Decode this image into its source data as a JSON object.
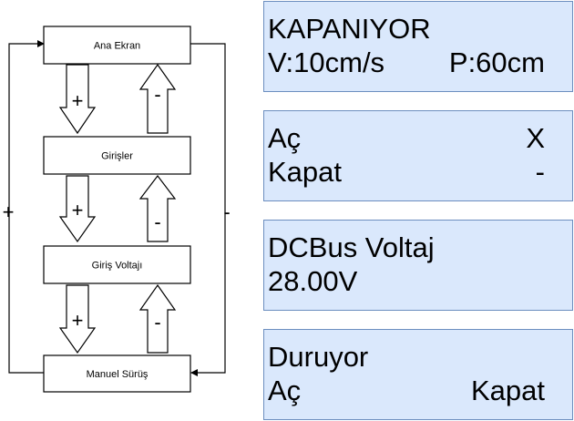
{
  "menu": {
    "nodes": [
      {
        "label": "Ana Ekran"
      },
      {
        "label": "Girişler"
      },
      {
        "label": "Giriş Voltajı"
      },
      {
        "label": "Manuel Sürüş"
      }
    ],
    "down_sign": "+",
    "up_sign": "-",
    "loop_left_sign": "+",
    "loop_right_sign": "-"
  },
  "screens": [
    {
      "line1_left": "KAPANIYOR",
      "line1_right": "",
      "line2_left": "V:10cm/s",
      "line2_right": "P:60cm"
    },
    {
      "line1_left": "Aç",
      "line1_right": "X",
      "line2_left": "Kapat",
      "line2_right": "-"
    },
    {
      "line1_left": "DCBus Voltaj",
      "line1_right": "",
      "line2_left": "28.00V",
      "line2_right": ""
    },
    {
      "line1_left": "Duruyor",
      "line1_right": "",
      "line2_left": "Aç",
      "line2_right": "Kapat"
    }
  ],
  "colors": {
    "screen_fill": "#dae8fc",
    "screen_border": "#6c8ebf"
  }
}
